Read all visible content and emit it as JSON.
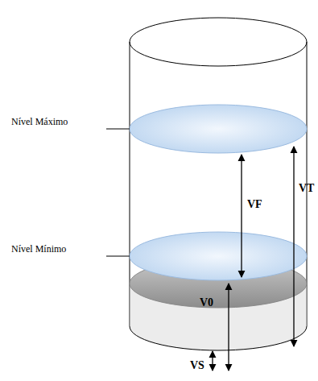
{
  "diagram": {
    "labels": [
      "Nível Máximo",
      "Nível Mínimo",
      "VF",
      "VT",
      "V0",
      "VS"
    ]
  }
}
